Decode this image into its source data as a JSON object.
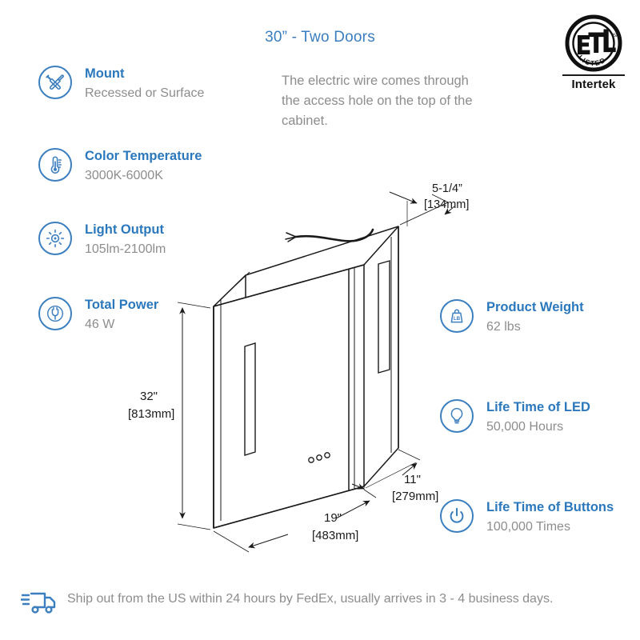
{
  "title": "30” - Two Doors",
  "wire_note": "The electric wire comes through the access hole on the top of the cabinet.",
  "certification": {
    "mark_text": "ETL",
    "listed_text": "LISTED",
    "sm_text": "SM",
    "brand": "Intertek"
  },
  "colors": {
    "accent_blue": "#2b78bd",
    "icon_blue": "#3c7fbf",
    "title_blue": "#3a7ebf",
    "body_gray": "#8d8d8d",
    "line_black": "#1a1a1a"
  },
  "features_left": [
    {
      "icon": "tools-icon",
      "title": "Mount",
      "value": "Recessed or Surface"
    },
    {
      "icon": "thermometer-icon",
      "title": "Color Temperature",
      "value": "3000K-6000K"
    },
    {
      "icon": "sun-icon",
      "title": "Light Output",
      "value": "105lm-2100lm"
    },
    {
      "icon": "power-plug-icon",
      "title": "Total Power",
      "value": "46 W"
    }
  ],
  "features_right": [
    {
      "icon": "weight-icon",
      "title": "Product Weight",
      "value": "62 lbs"
    },
    {
      "icon": "lightbulb-icon",
      "title": "Life Time of LED",
      "value": "50,000 Hours"
    },
    {
      "icon": "power-icon",
      "title": "Life Time of Buttons",
      "value": "100,000 Times"
    }
  ],
  "dimensions": {
    "depth": {
      "imperial": "5-1/4”",
      "metric": "[134mm]"
    },
    "height": {
      "imperial": "32\"",
      "metric": "[813mm]"
    },
    "door_right_width": {
      "imperial": "11\"",
      "metric": "[279mm]"
    },
    "door_left_width": {
      "imperial": "19\"",
      "metric": "[483mm]"
    }
  },
  "shipping": {
    "icon": "delivery-truck-icon",
    "text": "Ship out from the US within 24 hours by FedEx, usually arrives in 3 - 4 business days."
  }
}
